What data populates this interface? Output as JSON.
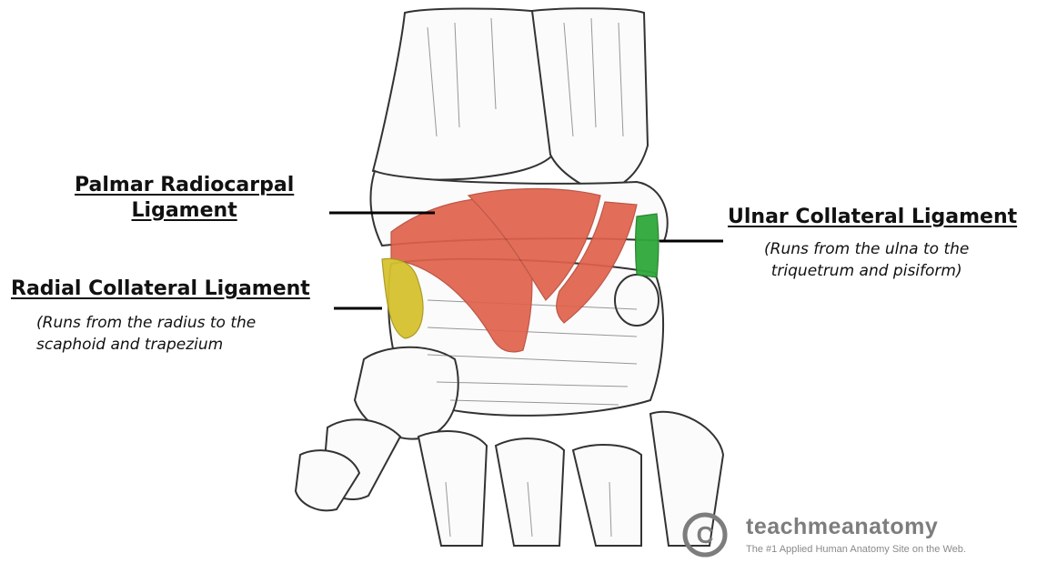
{
  "labels": {
    "palmar": {
      "title_line1": "Palmar Radiocarpal",
      "title_line2": "Ligament"
    },
    "radial": {
      "title": "Radial Collateral Ligament",
      "desc_line1": "(Runs from the radius to the",
      "desc_line2": "scaphoid and trapezium"
    },
    "ulnar": {
      "title": "Ulnar Collateral Ligament",
      "desc_line1": "(Runs from the ulna to the",
      "desc_line2": "triquetrum and pisiform)"
    }
  },
  "watermark": {
    "logo_glyph": "C",
    "name": "teachmeanatomy",
    "tagline": "The #1 Applied Human Anatomy Site on the Web."
  },
  "colors": {
    "palmar_ligament": "#e0624c",
    "radial_ligament": "#d6c22e",
    "ulnar_ligament": "#2fa83a",
    "bone_line": "#333333",
    "watermark_gray": "#7d7d7d"
  }
}
